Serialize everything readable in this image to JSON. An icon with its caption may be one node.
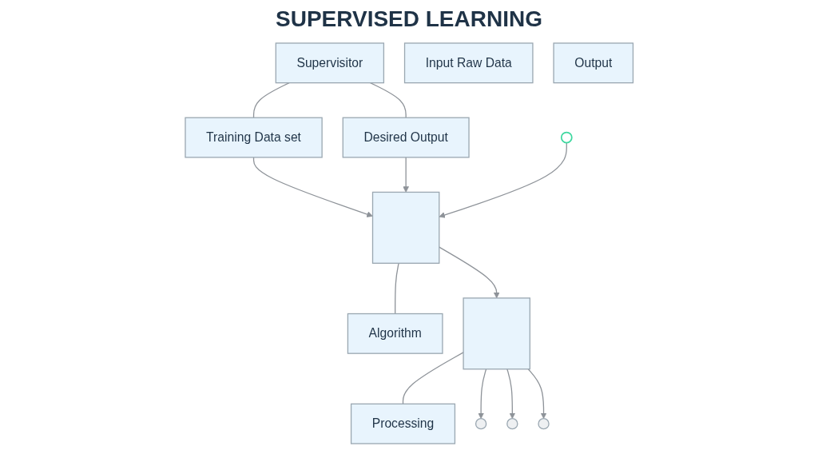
{
  "diagram": {
    "title": "SUPERVISED LEARNING",
    "nodes": [
      {
        "text": [
          "Supervisitor"
        ]
      },
      {
        "text": [
          "Input Raw Data"
        ]
      },
      {
        "text": [
          "Training Data set"
        ]
      },
      {
        "text": [
          "Desired Output"
        ]
      },
      {
        "text": [
          "Output"
        ]
      },
      {
        "text": [],
        "shape": "circle"
      },
      {
        "text": [],
        "shape": "box"
      },
      {
        "text": [
          "Algorithm"
        ]
      },
      {
        "text": [],
        "shape": "box"
      },
      {
        "text": [
          "Processing"
        ]
      },
      {
        "text": [],
        "shape": "circle"
      },
      {
        "text": [],
        "shape": "circle"
      },
      {
        "text": [],
        "shape": "circle"
      }
    ],
    "edges": [
      {
        "from": 0,
        "to": 2,
        "arrow": "none"
      },
      {
        "from": 0,
        "to": 3,
        "arrow": "none"
      },
      {
        "from": 2,
        "to": 6,
        "arrow": "to"
      },
      {
        "from": 3,
        "to": 6,
        "arrow": "to"
      },
      {
        "from": 5,
        "to": 6,
        "arrow": "to"
      },
      {
        "from": 6,
        "to": 7,
        "arrow": "none"
      },
      {
        "from": 6,
        "to": 8,
        "arrow": "to"
      },
      {
        "from": 8,
        "to": 9,
        "arrow": "none"
      },
      {
        "from": 8,
        "to": 10,
        "arrow": "to"
      },
      {
        "from": 8,
        "to": 11,
        "arrow": "to"
      },
      {
        "from": 8,
        "to": 12,
        "arrow": "to"
      }
    ]
  }
}
